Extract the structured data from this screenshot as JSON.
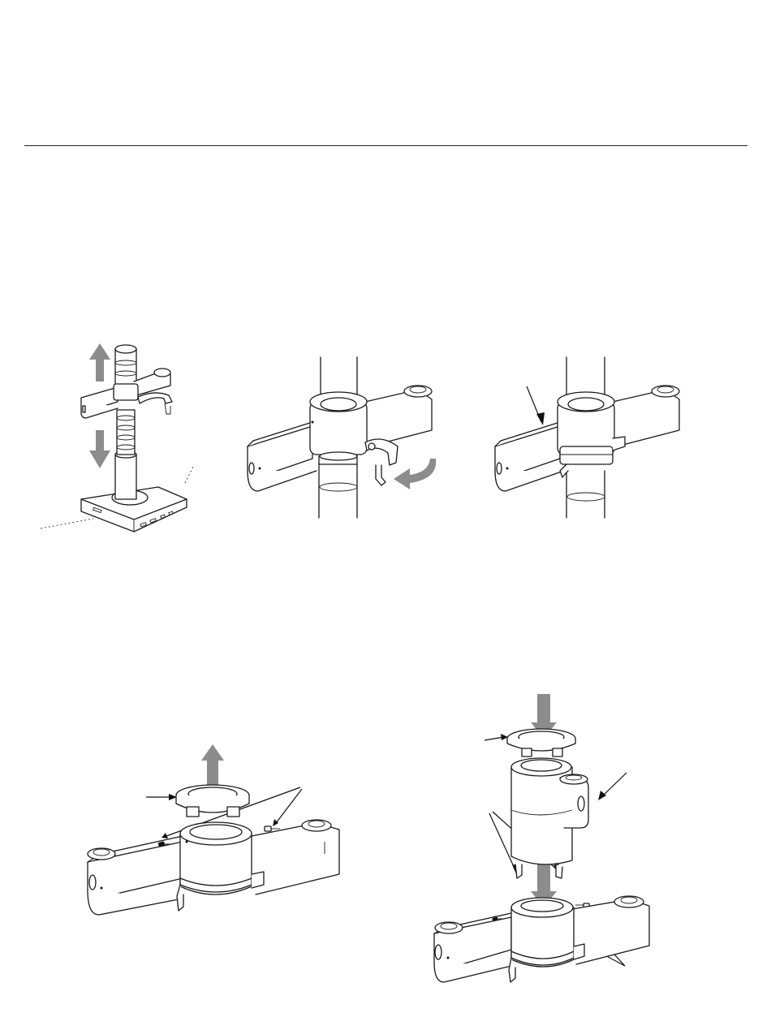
{
  "page": {
    "background": "#ffffff",
    "rule_color": "#222222",
    "arrow_color": "#8c8c8c"
  },
  "figures": [
    {
      "id": "fig1",
      "icon": "stand-height-adjust-illustration"
    },
    {
      "id": "fig2",
      "icon": "arm-clamp-release-illustration"
    },
    {
      "id": "fig3",
      "icon": "arm-collar-installed-illustration"
    },
    {
      "id": "fig4",
      "icon": "collar-cap-removal-illustration"
    },
    {
      "id": "fig5",
      "icon": "collar-cap-install-illustration"
    }
  ]
}
